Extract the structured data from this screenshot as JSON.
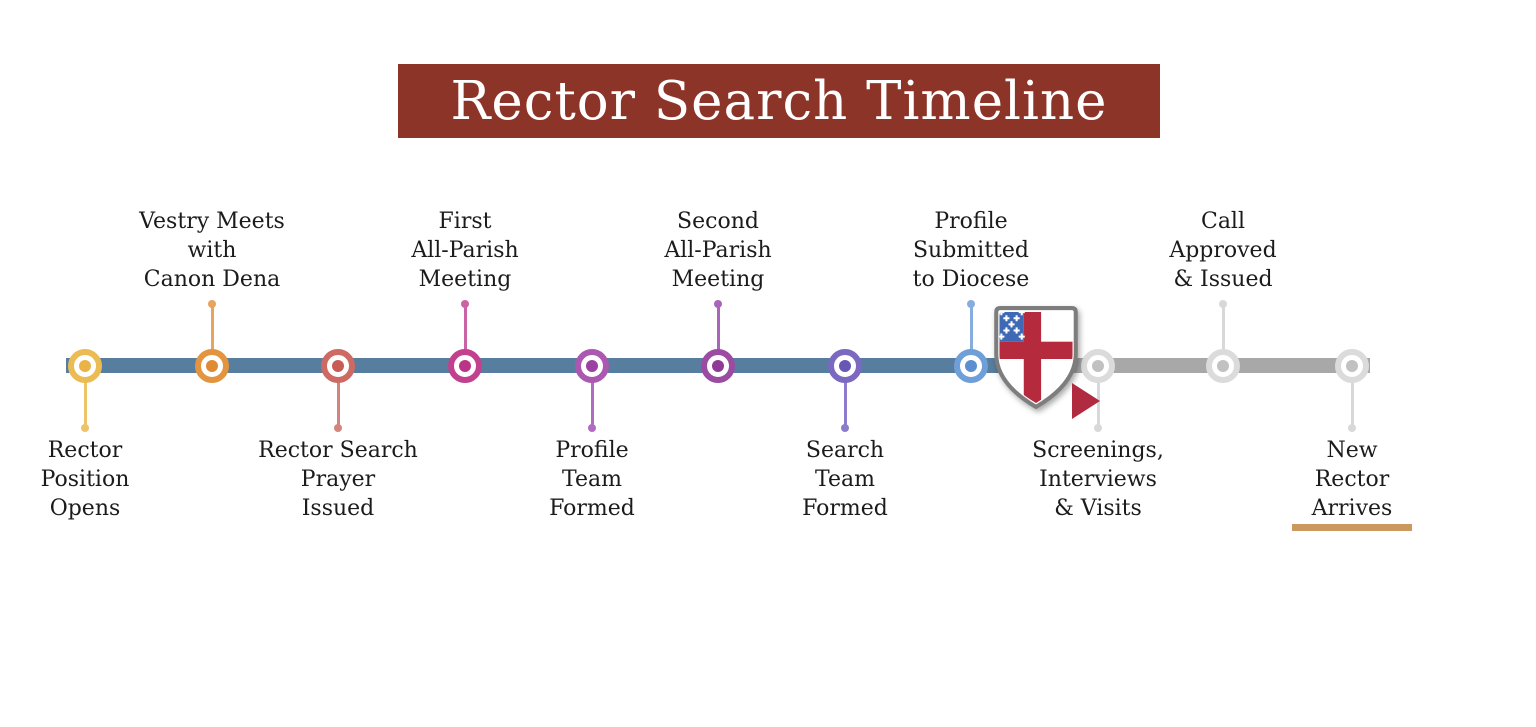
{
  "title": {
    "text": "Rector Search Timeline"
  },
  "colors": {
    "banner_bg": "#8d3429",
    "banner_fg": "#ffffff",
    "bar_blue": "#587e9f",
    "bar_gray": "#a8a8a8",
    "label_text": "#1b1b1b",
    "arrow_red": "#b02a40",
    "underline_gold": "#c9995f",
    "shield": {
      "field": "#ffffff",
      "border": "#7d7d7d",
      "cross": "#b52a3d",
      "canton": "#3f69b5",
      "crosslet": "#ffffff"
    }
  },
  "timeline": {
    "milestones": [
      {
        "label": "Rector\nPosition\nOpens",
        "side": "below",
        "ring": "#ecbc54",
        "dot": "#e9b348",
        "stem": "#edc469"
      },
      {
        "label": "Vestry Meets\nwith\nCanon Dena",
        "side": "above",
        "ring": "#e3943f",
        "dot": "#df8b35",
        "stem": "#e8a35c"
      },
      {
        "label": "Rector Search\nPrayer\nIssued",
        "side": "below",
        "ring": "#cd6a63",
        "dot": "#c75b55",
        "stem": "#d4837f"
      },
      {
        "label": "First\nAll-Parish\nMeeting",
        "side": "above",
        "ring": "#c2418f",
        "dot": "#ba3587",
        "stem": "#ca62a6"
      },
      {
        "label": "Profile\nTeam\nFormed",
        "side": "below",
        "ring": "#ab58b0",
        "dot": "#9a41a3",
        "stem": "#b06cc0"
      },
      {
        "label": "Second\nAll-Parish\nMeeting",
        "side": "above",
        "ring": "#9c4ba3",
        "dot": "#8d3b97",
        "stem": "#a965bb"
      },
      {
        "label": "Search\nTeam\nFormed",
        "side": "below",
        "ring": "#7b68c1",
        "dot": "#6957b6",
        "stem": "#8d7ccb"
      },
      {
        "label": "Profile\nSubmitted\nto Diocese",
        "side": "above",
        "ring": "#6f9fd8",
        "dot": "#5b8fd0",
        "stem": "#85aede"
      },
      {
        "label": "Screenings,\nInterviews\n& Visits",
        "side": "below",
        "ring": "#dbdbdb",
        "dot": "#c1c1c1",
        "stem": "#d8d8d8"
      },
      {
        "label": "Call\nApproved\n& Issued",
        "side": "above",
        "ring": "#dbdbdb",
        "dot": "#c1c1c1",
        "stem": "#d8d8d8"
      },
      {
        "label": "New\nRector\nArrives",
        "side": "below",
        "ring": "#dbdbdb",
        "dot": "#c1c1c1",
        "stem": "#d8d8d8",
        "underline": true
      }
    ]
  }
}
